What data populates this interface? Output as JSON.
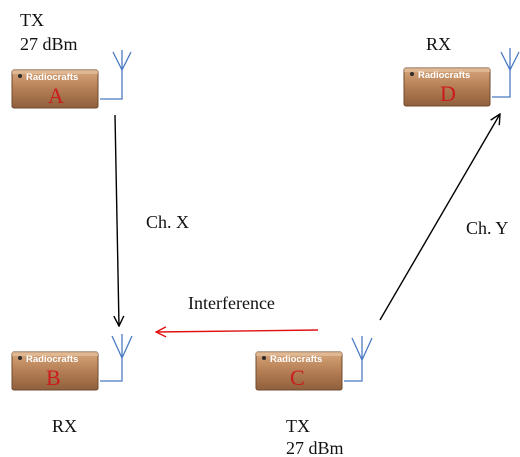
{
  "colors": {
    "letter": "#cc1b1b",
    "interference": "#e01010",
    "antenna": "#4a7bc4",
    "channel": "#000000",
    "module": "#b07a52"
  },
  "modules": [
    {
      "id": "A",
      "brand": "Radiocrafts",
      "letter": "A"
    },
    {
      "id": "B",
      "brand": "Radiocrafts",
      "letter": "B"
    },
    {
      "id": "C",
      "brand": "Radiocrafts",
      "letter": "C"
    },
    {
      "id": "D",
      "brand": "Radiocrafts",
      "letter": "D"
    }
  ],
  "labels": {
    "a_role": "TX",
    "a_power": "27 dBm",
    "b_role": "RX",
    "c_role": "TX",
    "c_power": "27 dBm",
    "d_role": "RX",
    "channel_x": "Ch. X",
    "channel_y": "Ch. Y",
    "interference": "Interference"
  }
}
